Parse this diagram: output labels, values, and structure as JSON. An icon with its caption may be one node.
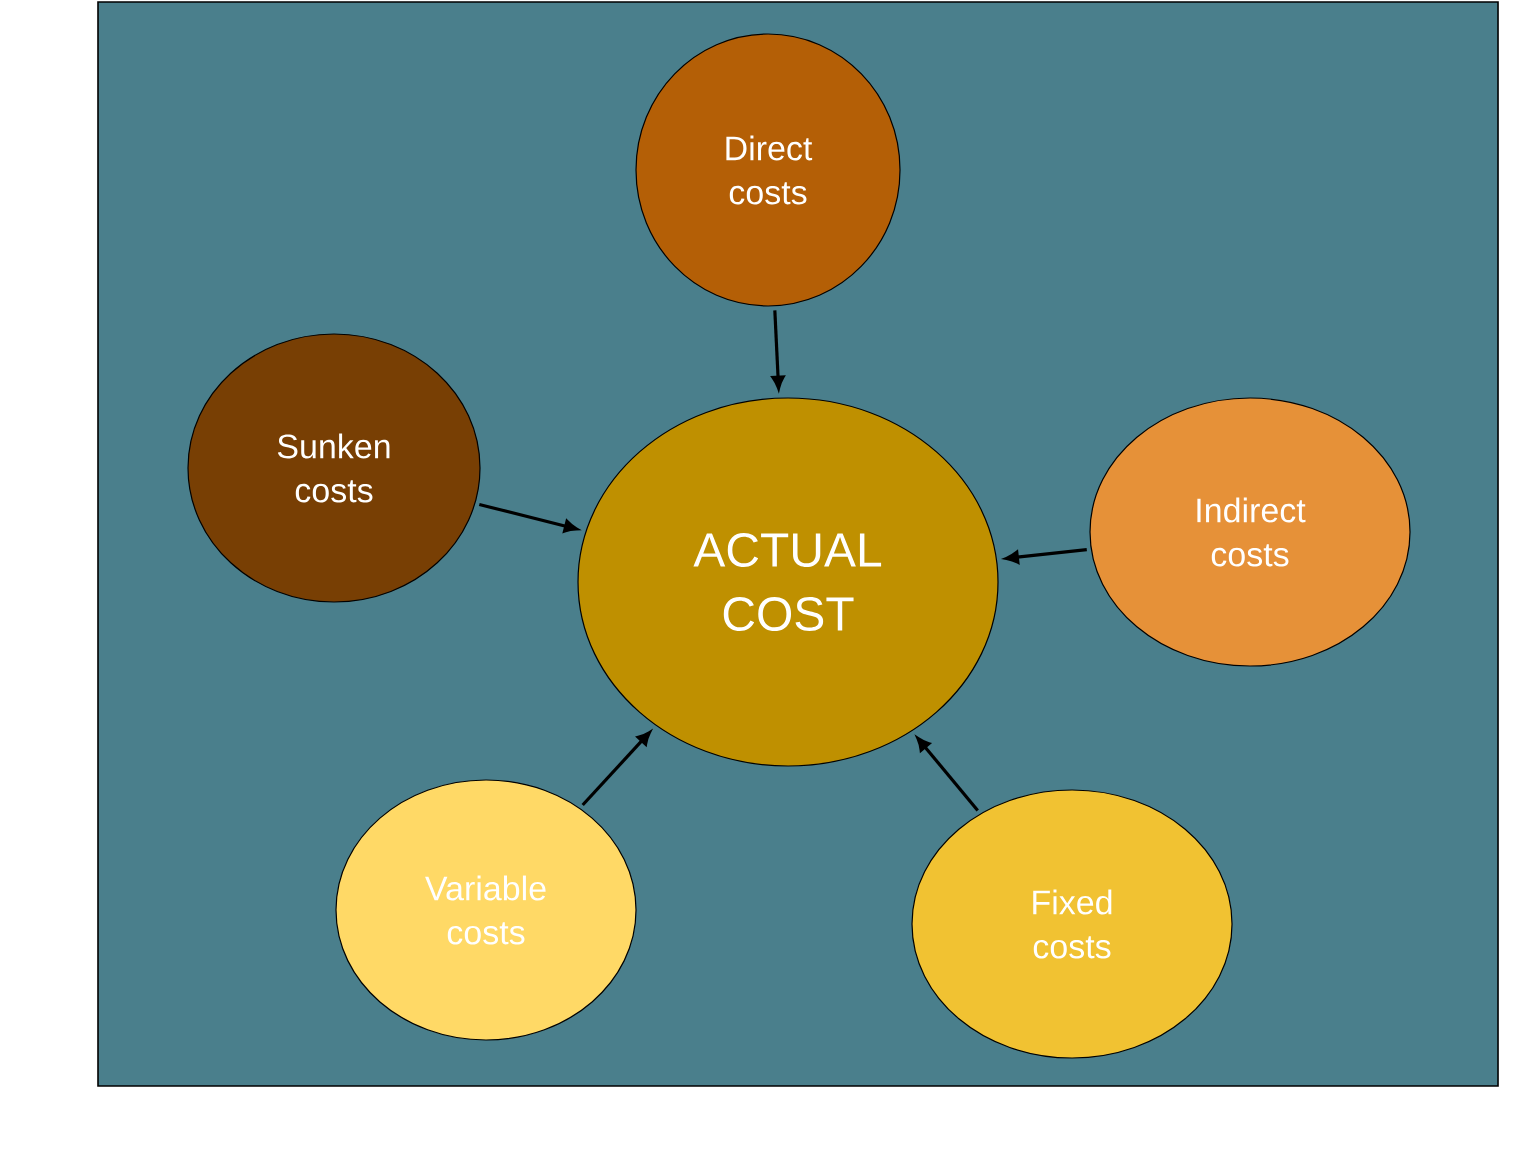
{
  "diagram": {
    "nodes": [
      {
        "text": [
          "Direct costs"
        ]
      },
      {
        "text": [
          "Sunken costs"
        ]
      },
      {
        "text": [
          "ACTUAL COST"
        ]
      },
      {
        "text": [
          "Indirect costs"
        ]
      },
      {
        "text": [
          "Variable costs"
        ]
      },
      {
        "text": [
          "Fixed costs"
        ]
      }
    ],
    "edges": [
      {
        "from": 0,
        "to": 2,
        "arrow": "to"
      },
      {
        "from": 1,
        "to": 2,
        "arrow": "to"
      },
      {
        "from": 3,
        "to": 2,
        "arrow": "to"
      },
      {
        "from": 4,
        "to": 2,
        "arrow": "to"
      },
      {
        "from": 5,
        "to": 2,
        "arrow": "to"
      }
    ]
  }
}
